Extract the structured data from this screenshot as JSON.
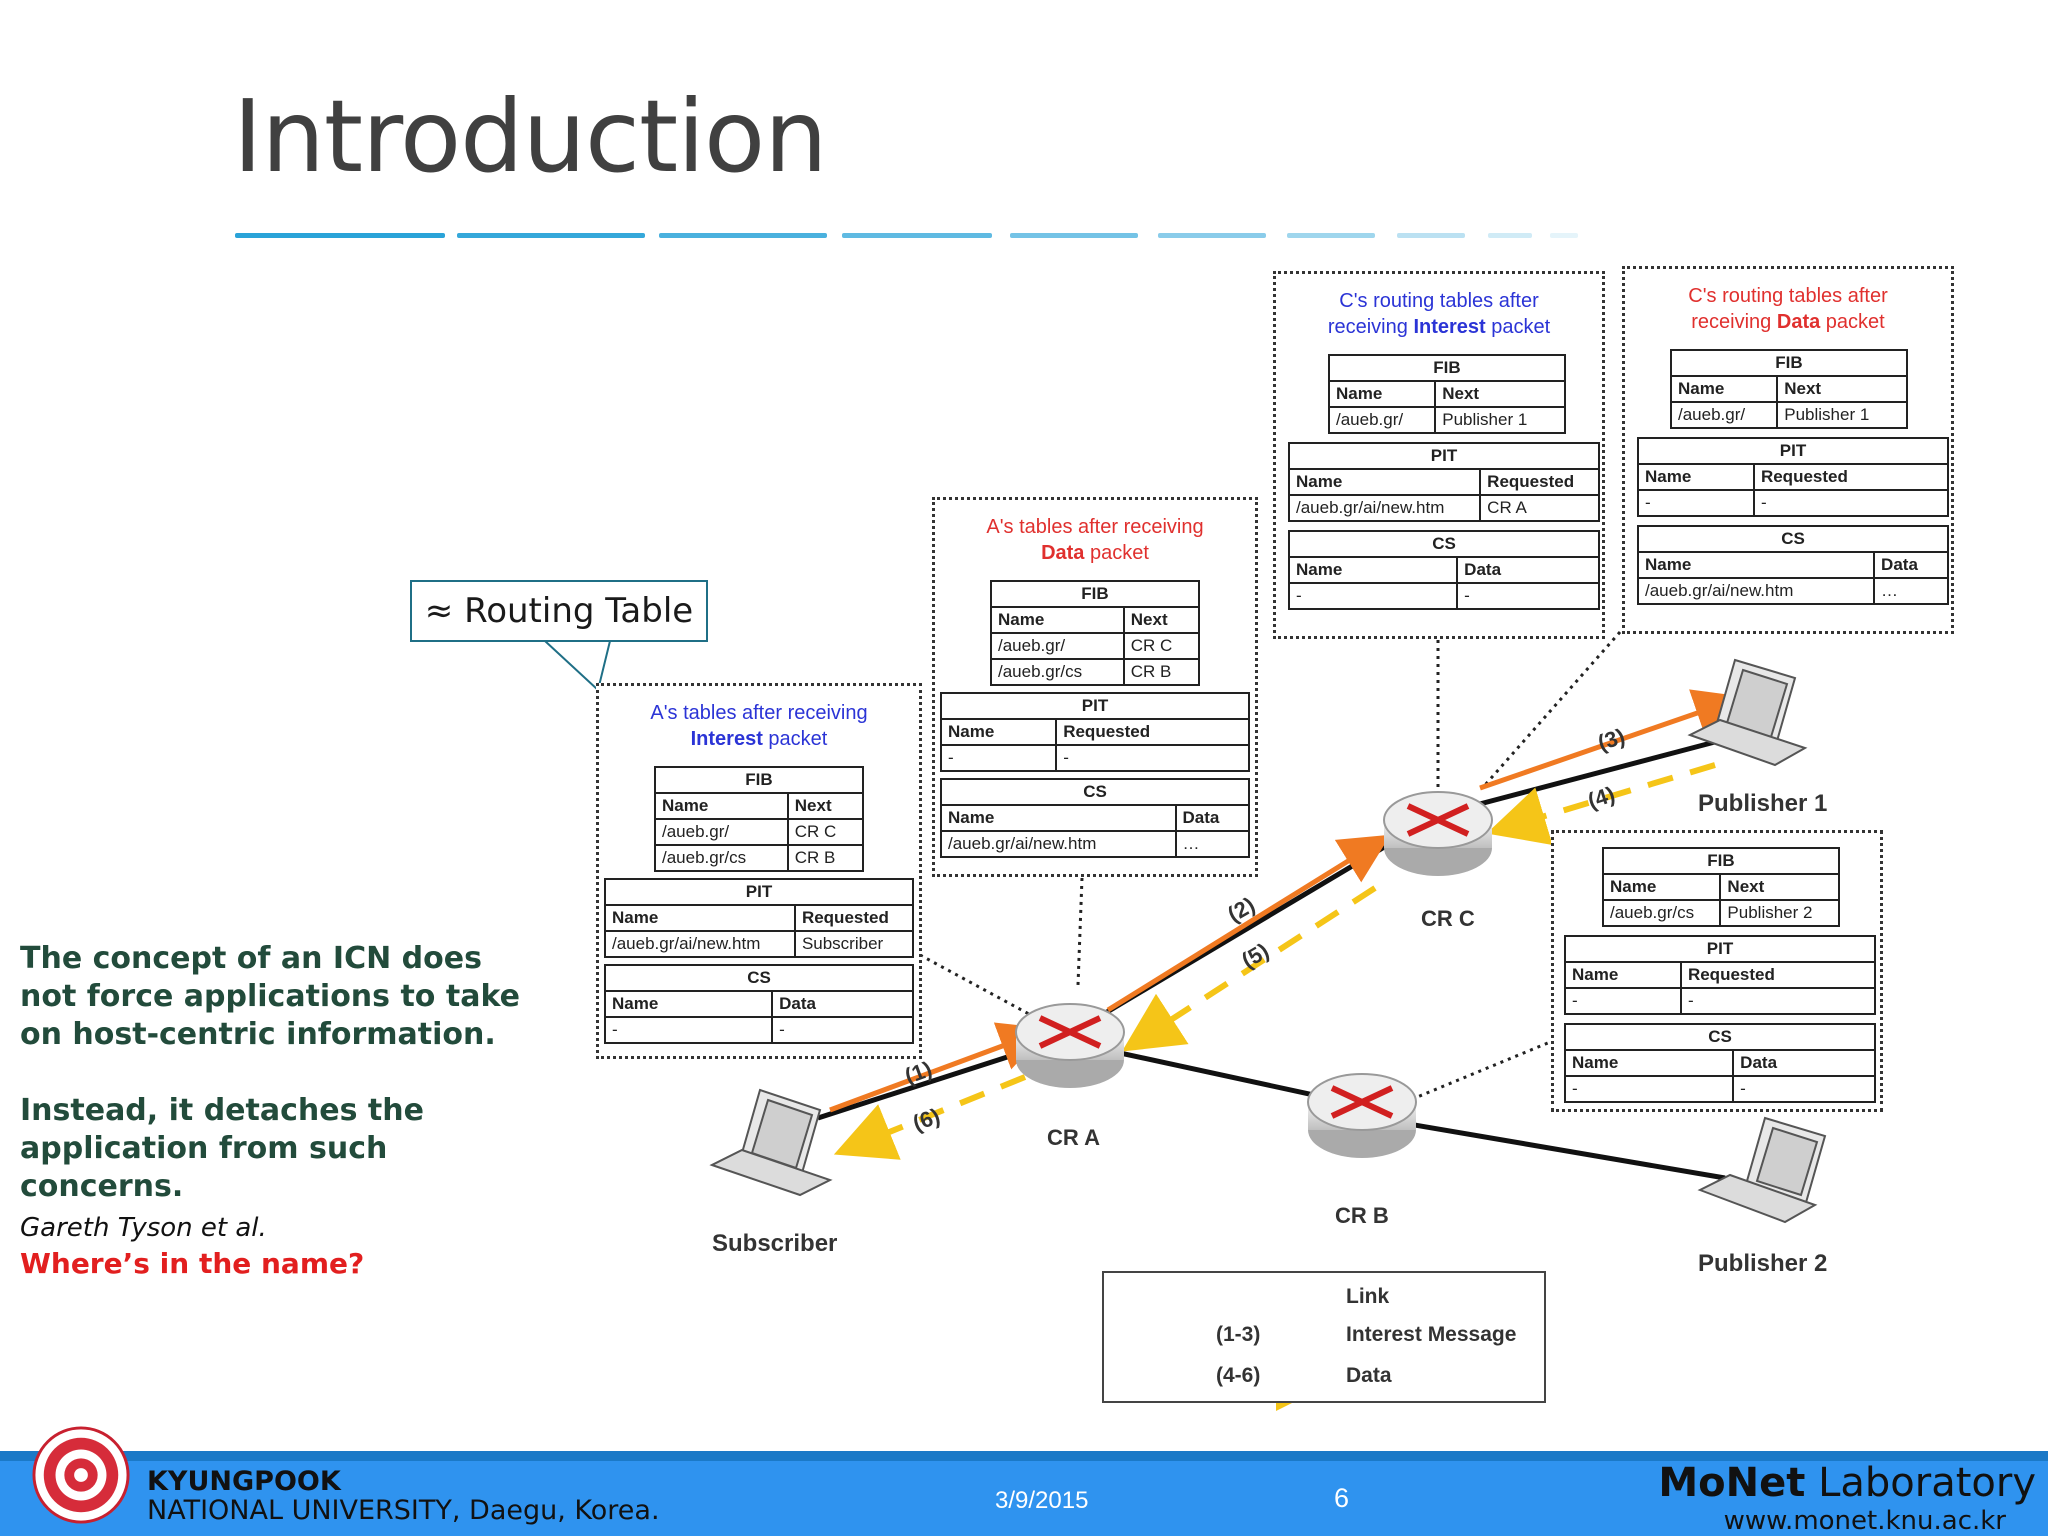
{
  "slide": {
    "title": "Introduction",
    "callout": "≈ Routing Table",
    "left_text": {
      "para1": [
        "The concept of an ICN does",
        "not force applications to take",
        "on host-centric information."
      ],
      "para2": [
        "Instead, it detaches the",
        "application from such",
        "concerns."
      ],
      "author": "Gareth Tyson et al.",
      "question": "Where’s in the name?"
    }
  },
  "tables": {
    "a_interest": {
      "caption1": "A's tables after receiving",
      "caption2_bold": "Interest",
      "caption2_rest": " packet",
      "fib": {
        "title": "FIB",
        "h1": "Name",
        "h2": "Next",
        "rows": [
          [
            "/aueb.gr/",
            "CR C"
          ],
          [
            "/aueb.gr/cs",
            "CR B"
          ]
        ]
      },
      "pit": {
        "title": "PIT",
        "h1": "Name",
        "h2": "Requested",
        "rows": [
          [
            "/aueb.gr/ai/new.htm",
            "Subscriber"
          ]
        ]
      },
      "cs": {
        "title": "CS",
        "h1": "Name",
        "h2": "Data",
        "rows": [
          [
            "-",
            "-"
          ]
        ]
      }
    },
    "a_data": {
      "caption1": "A's tables after receiving",
      "caption2_bold": "Data",
      "caption2_rest": " packet",
      "fib": {
        "title": "FIB",
        "h1": "Name",
        "h2": "Next",
        "rows": [
          [
            "/aueb.gr/",
            "CR C"
          ],
          [
            "/aueb.gr/cs",
            "CR B"
          ]
        ]
      },
      "pit": {
        "title": "PIT",
        "h1": "Name",
        "h2": "Requested",
        "rows": [
          [
            "-",
            "-"
          ]
        ]
      },
      "cs": {
        "title": "CS",
        "h1": "Name",
        "h2": "Data",
        "rows": [
          [
            "/aueb.gr/ai/new.htm",
            "…"
          ]
        ]
      }
    },
    "c_interest": {
      "caption1": "C's routing tables after",
      "caption2_pre": "receiving ",
      "caption2_bold": "Interest",
      "caption2_rest": " packet",
      "fib": {
        "title": "FIB",
        "h1": "Name",
        "h2": "Next",
        "rows": [
          [
            "/aueb.gr/",
            "Publisher 1"
          ]
        ]
      },
      "pit": {
        "title": "PIT",
        "h1": "Name",
        "h2": "Requested",
        "rows": [
          [
            "/aueb.gr/ai/new.htm",
            "CR A"
          ]
        ]
      },
      "cs": {
        "title": "CS",
        "h1": "Name",
        "h2": "Data",
        "rows": [
          [
            "-",
            "-"
          ]
        ]
      }
    },
    "c_data": {
      "caption1": "C's routing tables after",
      "caption2_pre": "receiving ",
      "caption2_bold": "Data",
      "caption2_rest": " packet",
      "fib": {
        "title": "FIB",
        "h1": "Name",
        "h2": "Next",
        "rows": [
          [
            "/aueb.gr/",
            "Publisher 1"
          ]
        ]
      },
      "pit": {
        "title": "PIT",
        "h1": "Name",
        "h2": "Requested",
        "rows": [
          [
            "-",
            "-"
          ]
        ]
      },
      "cs": {
        "title": "CS",
        "h1": "Name",
        "h2": "Data",
        "rows": [
          [
            "/aueb.gr/ai/new.htm",
            "…"
          ]
        ]
      }
    },
    "b": {
      "fib": {
        "title": "FIB",
        "h1": "Name",
        "h2": "Next",
        "rows": [
          [
            "/aueb.gr/cs",
            "Publisher 2"
          ]
        ]
      },
      "pit": {
        "title": "PIT",
        "h1": "Name",
        "h2": "Requested",
        "rows": [
          [
            "-",
            "-"
          ]
        ]
      },
      "cs": {
        "title": "CS",
        "h1": "Name",
        "h2": "Data",
        "rows": [
          [
            "-",
            "-"
          ]
        ]
      }
    }
  },
  "nodes": {
    "cra": "CR A",
    "crb": "CR B",
    "crc": "CR C",
    "subscriber": "Subscriber",
    "publisher1": "Publisher 1",
    "publisher2": "Publisher 2"
  },
  "steps": [
    "(1)",
    "(2)",
    "(3)",
    "(4)",
    "(5)",
    "(6)"
  ],
  "legend": {
    "link": "Link",
    "interest_range": "(1-3)",
    "interest": "Interest Message",
    "data_range": "(4-6)",
    "data": "Data"
  },
  "colors": {
    "interest": "#f07a22",
    "data": "#f5c518",
    "link": "#111111",
    "footer": "#2f93ef",
    "title_rule": "#2aa3d8"
  },
  "footer": {
    "uni_line1": "KYUNGPOOK",
    "uni_line2": "NATIONAL UNIVERSITY, Daegu, Korea.",
    "date": "3/9/2015",
    "page": "6",
    "lab_bold": "MoNet",
    "lab_rest": " Laboratory",
    "url": "www.monet.knu.ac.kr",
    "seal_icon": "university-seal-icon"
  }
}
